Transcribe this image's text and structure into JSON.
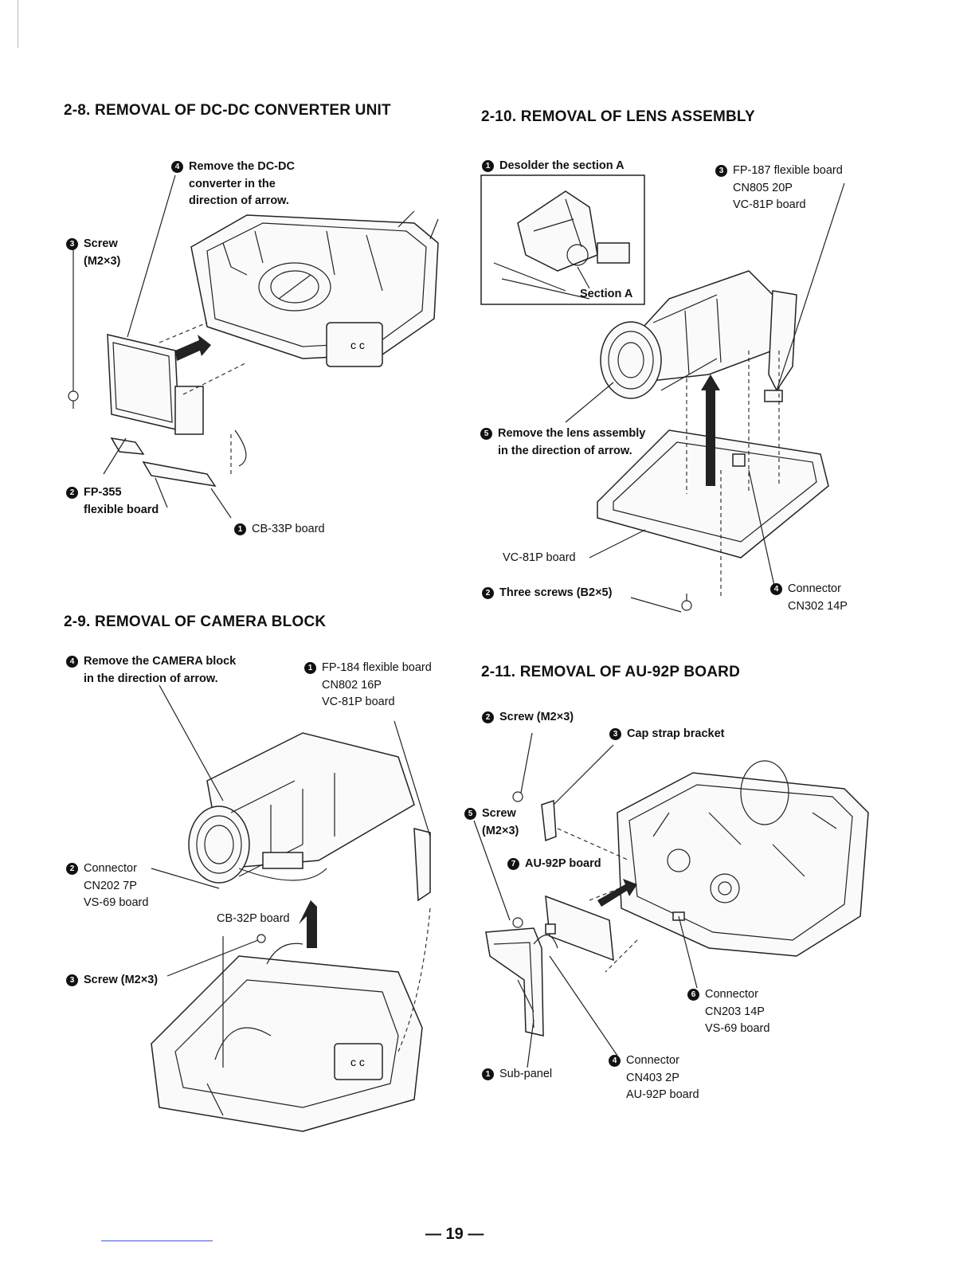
{
  "sections": {
    "s28": {
      "title": "2-8.   REMOVAL OF DC-DC CONVERTER UNIT",
      "callouts": {
        "c4": {
          "num": "4",
          "lines": [
            "Remove the DC-DC",
            "converter in the",
            "direction of arrow."
          ]
        },
        "c3": {
          "num": "3",
          "lines": [
            "Screw",
            "(M2×3)"
          ]
        },
        "c2": {
          "num": "2",
          "lines": [
            "FP-355",
            "flexible board"
          ]
        },
        "c1": {
          "num": "1",
          "lines": [
            "CB-33P board"
          ]
        }
      }
    },
    "s29": {
      "title": "2-9.   REMOVAL OF CAMERA BLOCK",
      "callouts": {
        "c4": {
          "num": "4",
          "lines": [
            "Remove the CAMERA block",
            "in the direction of arrow."
          ]
        },
        "c1": {
          "num": "1",
          "lines": [
            "FP-184 flexible board",
            "CN802 16P",
            "VC-81P board"
          ]
        },
        "c2": {
          "num": "2",
          "lines": [
            "Connector",
            "CN202 7P",
            "VS-69 board"
          ]
        },
        "c3": {
          "num": "3",
          "lines": [
            "Screw (M2×3)"
          ]
        },
        "cb32p": "CB-32P board"
      }
    },
    "s210": {
      "title": "2-10.   REMOVAL OF LENS ASSEMBLY",
      "callouts": {
        "c1": {
          "num": "1",
          "lines": [
            "Desolder the section A"
          ]
        },
        "c3": {
          "num": "3",
          "lines": [
            "FP-187 flexible board",
            "CN805 20P",
            "VC-81P board"
          ]
        },
        "sectionA": "Section A",
        "c5": {
          "num": "5",
          "lines": [
            "Remove the lens assembly",
            "in the direction of arrow."
          ]
        },
        "vc81p": "VC-81P board",
        "c2": {
          "num": "2",
          "lines": [
            "Three screws (B2×5)"
          ]
        },
        "c4": {
          "num": "4",
          "lines": [
            "Connector",
            "CN302 14P"
          ]
        }
      }
    },
    "s211": {
      "title": "2-11.   REMOVAL OF AU-92P BOARD",
      "callouts": {
        "c2": {
          "num": "2",
          "lines": [
            "Screw (M2×3)"
          ]
        },
        "c3": {
          "num": "3",
          "lines": [
            "Cap strap bracket"
          ]
        },
        "c5": {
          "num": "5",
          "lines": [
            "Screw",
            "(M2×3)"
          ]
        },
        "c7": {
          "num": "7",
          "lines": [
            "AU-92P board"
          ]
        },
        "c6": {
          "num": "6",
          "lines": [
            "Connector",
            "CN203 14P",
            "VS-69 board"
          ]
        },
        "c4": {
          "num": "4",
          "lines": [
            "Connector",
            "CN403 2P",
            "AU-92P board"
          ]
        },
        "c1": {
          "num": "1",
          "lines": [
            "Sub-panel"
          ]
        }
      }
    }
  },
  "page_number": "— 19 —"
}
